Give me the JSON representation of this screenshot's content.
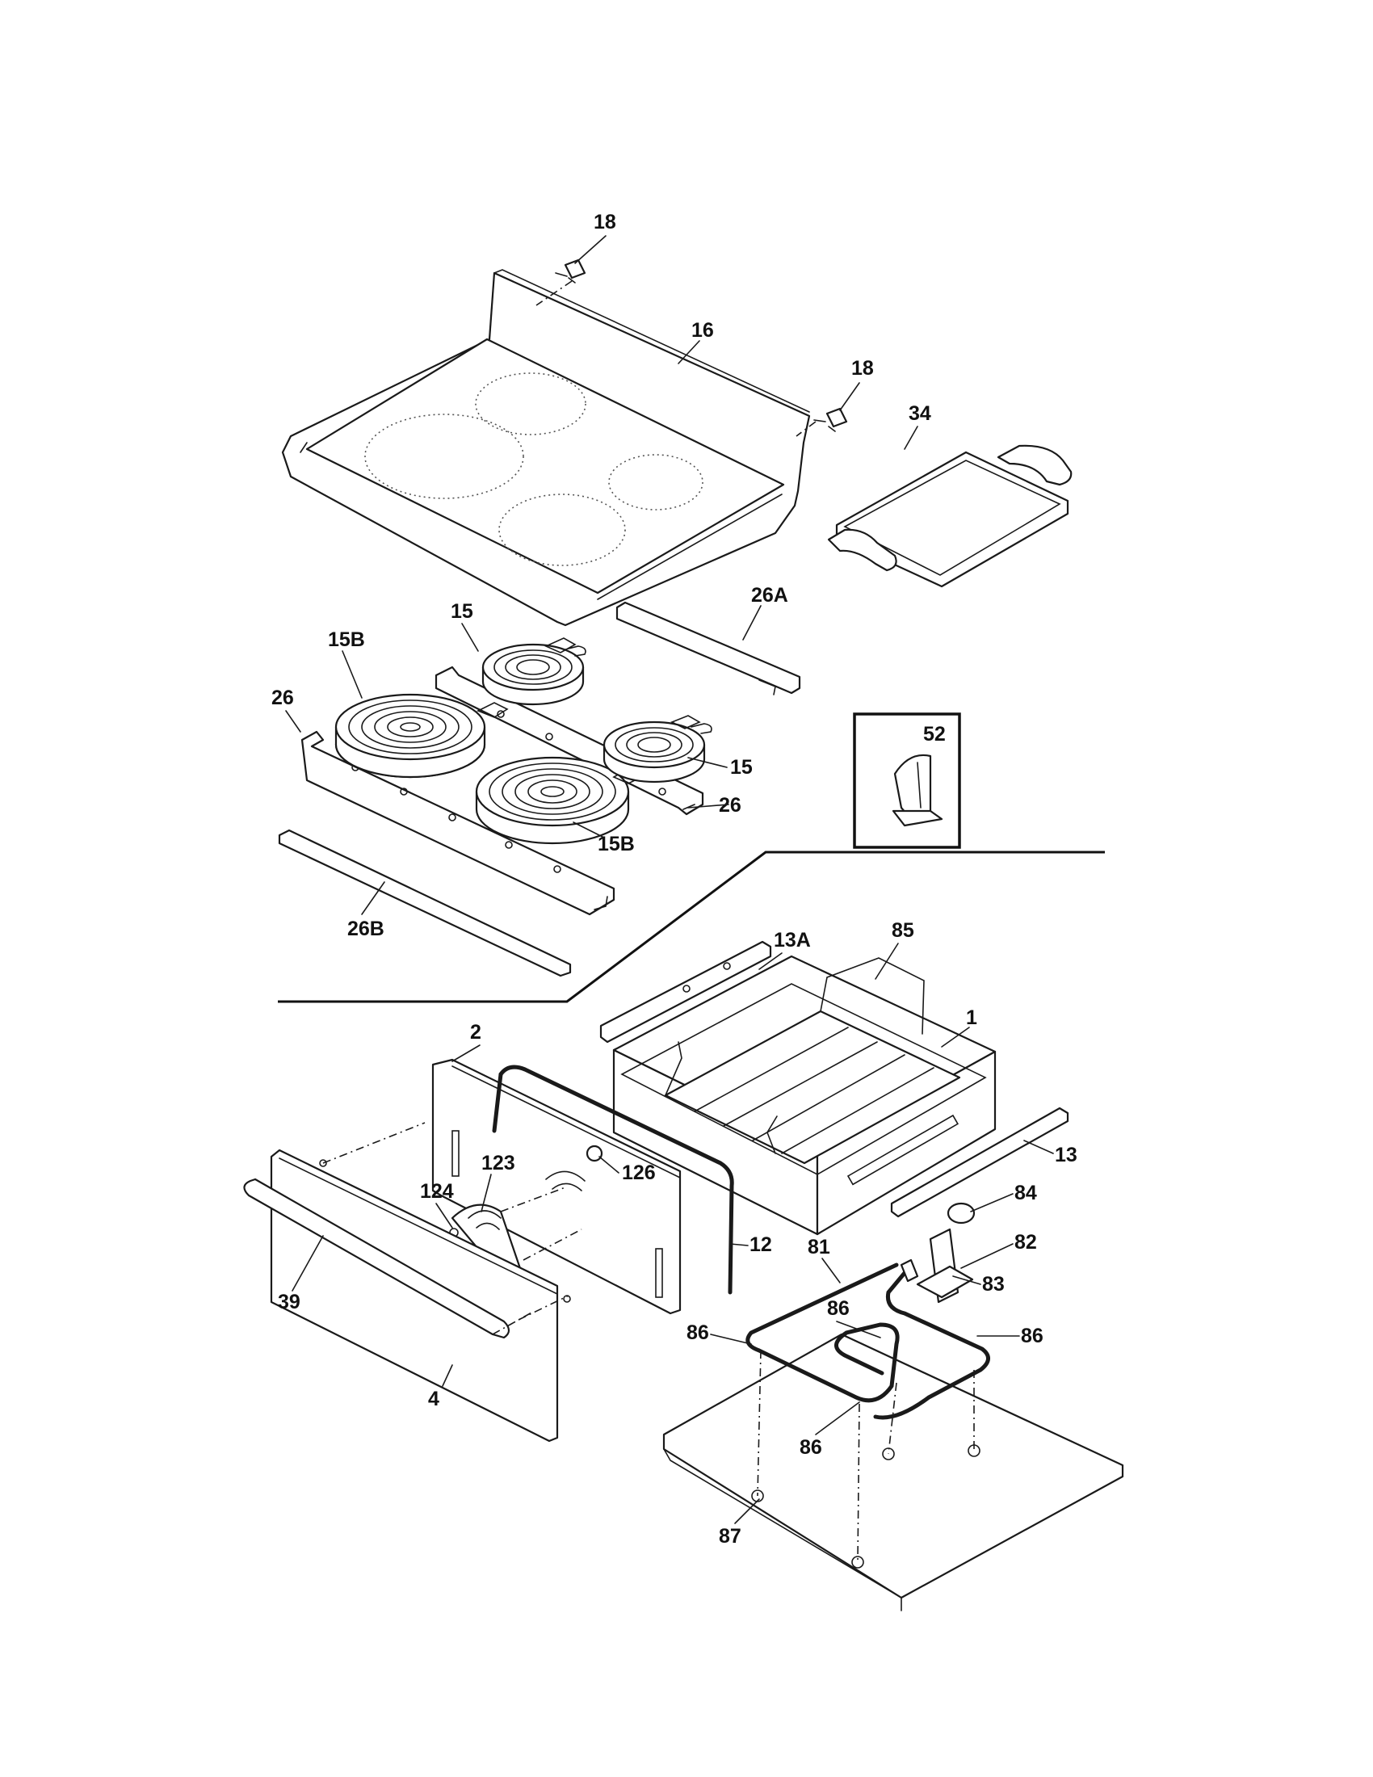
{
  "diagram": {
    "callouts": [
      "18",
      "16",
      "18",
      "34",
      "26A",
      "15",
      "15B",
      "26",
      "52",
      "15",
      "26",
      "15B",
      "26B",
      "13A",
      "85",
      "1",
      "2",
      "126",
      "123",
      "124",
      "13",
      "84",
      "82",
      "12",
      "81",
      "83",
      "39",
      "86",
      "86",
      "86",
      "4",
      "86",
      "87"
    ]
  }
}
